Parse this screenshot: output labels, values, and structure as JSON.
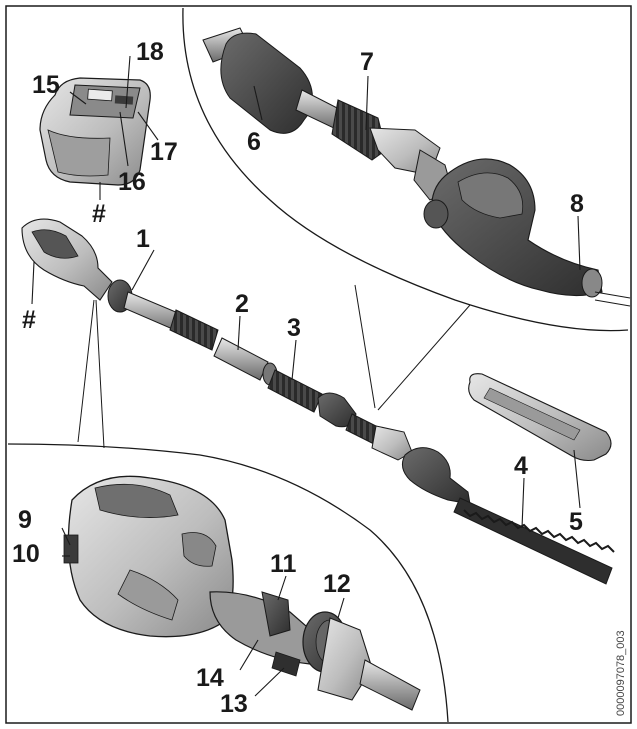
{
  "callouts": {
    "c1": "1",
    "c2": "2",
    "c3": "3",
    "c4": "4",
    "c5": "5",
    "c6": "6",
    "c7": "7",
    "c8": "8",
    "c9": "9",
    "c10": "10",
    "c11": "11",
    "c12": "12",
    "c13": "13",
    "c14": "14",
    "c15": "15",
    "c16": "16",
    "c17": "17",
    "c18": "18",
    "hash_a": "#",
    "hash_b": "#"
  },
  "doc_id": "0000097078_003",
  "colors": {
    "stroke": "#1a1a1a",
    "dark": "#3d3d3d",
    "mid": "#8f8f8f",
    "light": "#c9c9c9",
    "lighter": "#e2e2e2"
  },
  "icons": {
    "battery": "battery-pack-icon",
    "tool": "hedge-trimmer-icon"
  }
}
